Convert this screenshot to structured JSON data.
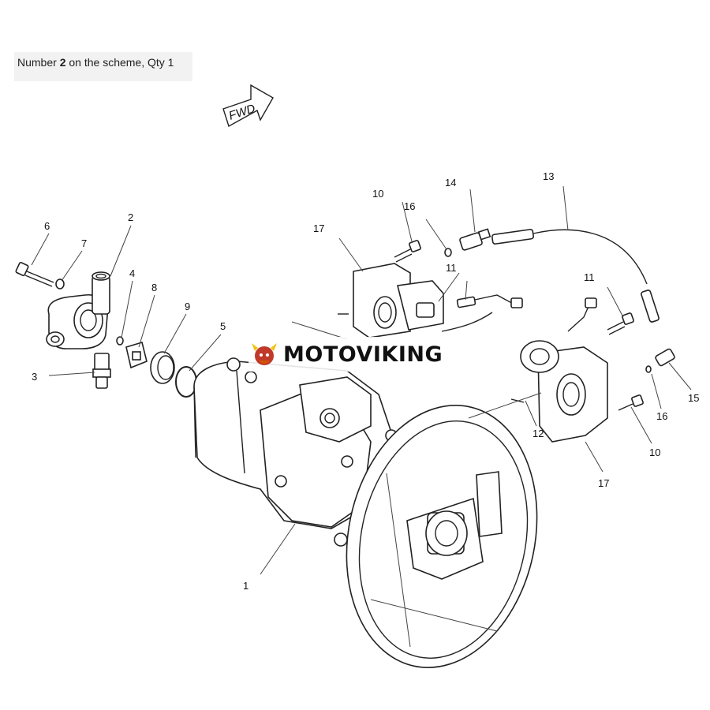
{
  "caption": {
    "prefix": "Number ",
    "number": "2",
    "suffix": " on the scheme, Qty 1"
  },
  "fwd_label": "FWD",
  "watermark": "MOTOVIKING",
  "callouts": [
    {
      "id": "c1",
      "label": "1"
    },
    {
      "id": "c2",
      "label": "2"
    },
    {
      "id": "c3",
      "label": "3"
    },
    {
      "id": "c4",
      "label": "4"
    },
    {
      "id": "c5",
      "label": "5"
    },
    {
      "id": "c6",
      "label": "6"
    },
    {
      "id": "c7",
      "label": "7"
    },
    {
      "id": "c8",
      "label": "8"
    },
    {
      "id": "c9",
      "label": "9"
    },
    {
      "id": "c10a",
      "label": "10"
    },
    {
      "id": "c10b",
      "label": "10"
    },
    {
      "id": "c11a",
      "label": "11"
    },
    {
      "id": "c11b",
      "label": "11"
    },
    {
      "id": "c12",
      "label": "12"
    },
    {
      "id": "c13",
      "label": "13"
    },
    {
      "id": "c14",
      "label": "14"
    },
    {
      "id": "c15",
      "label": "15"
    },
    {
      "id": "c16a",
      "label": "16"
    },
    {
      "id": "c16b",
      "label": "16"
    },
    {
      "id": "c17a",
      "label": "17"
    },
    {
      "id": "c17b",
      "label": "17"
    }
  ]
}
